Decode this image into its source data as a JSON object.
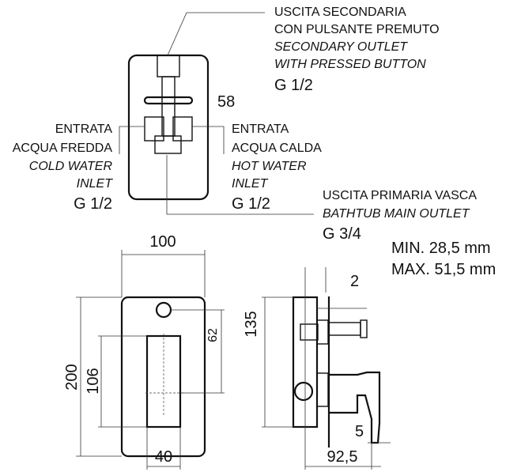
{
  "top_view": {
    "secondary_outlet": [
      "USCITA SECONDARIA",
      "CON PULSANTE PREMUTO",
      "SECONDARY OUTLET",
      "WITH PRESSED BUTTON",
      "G 1/2"
    ],
    "dim_58": "58",
    "cold_inlet": [
      "ENTRATA",
      "ACQUA FREDDA",
      "COLD WATER",
      "INLET",
      "G 1/2"
    ],
    "hot_inlet": [
      "ENTRATA",
      "ACQUA CALDA",
      "HOT WATER",
      "INLET",
      "G 1/2"
    ],
    "main_outlet": [
      "USCITA PRIMARIA VASCA",
      "BATHTUB MAIN OUTLET",
      "G 3/4"
    ]
  },
  "front_view": {
    "dim_width": "100",
    "dim_height": "200",
    "dim_handle_height": "106",
    "dim_button_offset": "62",
    "dim_handle_width": "40"
  },
  "side_view": {
    "dim_body": "135",
    "dim_plate": "2",
    "dim_lever": "5",
    "dim_depth": "92,5"
  },
  "wall_depth": {
    "min": "MIN. 28,5 mm",
    "max": "MAX. 51,5 mm"
  }
}
